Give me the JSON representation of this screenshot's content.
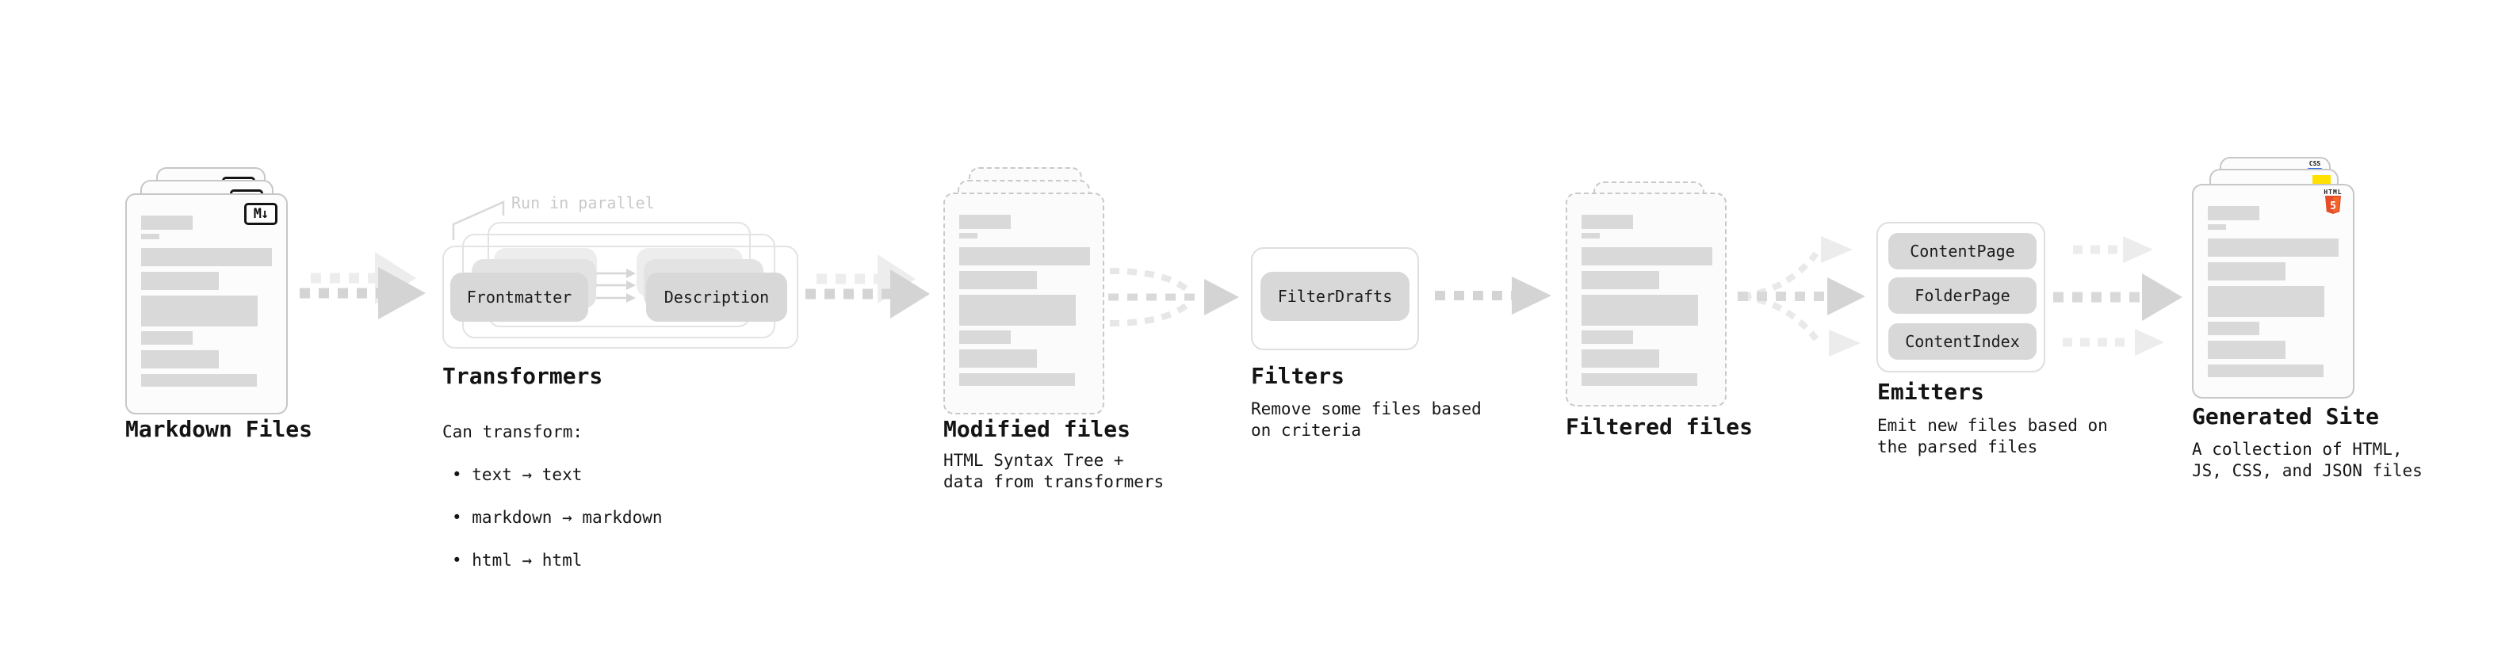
{
  "diagram": {
    "note_colors": {
      "box_fill": "#d8d8d8",
      "arrow_main": "#d4d4d4",
      "arrow_ghost": "#ededed",
      "html5_orange": "#e44d26",
      "js_yellow": "#ffe000",
      "css_blue": "#2b66e8"
    }
  },
  "nodes": {
    "markdown_files": {
      "title": "Markdown Files",
      "badge": "M↓"
    },
    "transformers": {
      "title": "Transformers",
      "note": "Run in parallel",
      "box_left": "Frontmatter",
      "box_right": "Description",
      "desc_heading": "Can transform:",
      "bullets": [
        "• text → text",
        "• markdown → markdown",
        "• html → html"
      ]
    },
    "modified_files": {
      "title": "Modified files",
      "subtitle": "HTML Syntax Tree +\ndata from transformers"
    },
    "filters": {
      "title": "Filters",
      "box": "FilterDrafts",
      "subtitle": "Remove some files based\non criteria"
    },
    "filtered_files": {
      "title": "Filtered files"
    },
    "emitters": {
      "title": "Emitters",
      "boxes": [
        "ContentPage",
        "FolderPage",
        "ContentIndex"
      ],
      "subtitle": "Emit new files based on\nthe parsed files"
    },
    "generated_site": {
      "title": "Generated Site",
      "subtitle": "A collection of HTML,\nJS, CSS, and JSON files",
      "badge_css": "CSS",
      "badge_html_label": "HTML",
      "badge_html_number": "5"
    }
  }
}
